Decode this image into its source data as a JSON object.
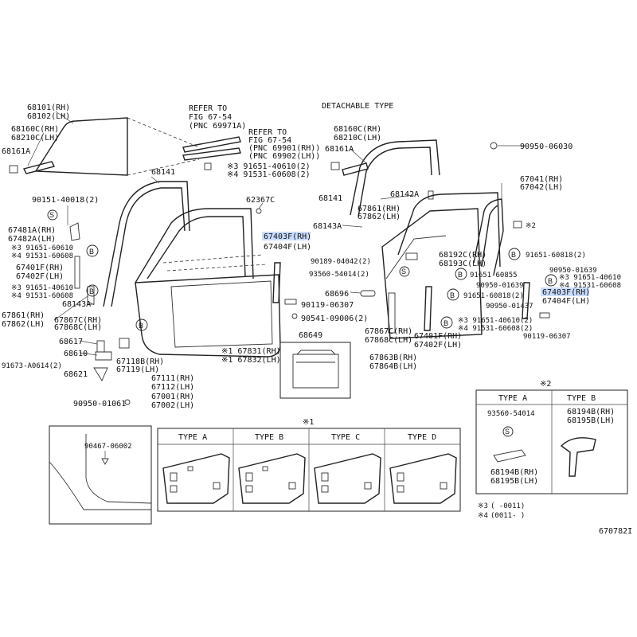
{
  "diagram_id": "670782I",
  "detachable_title": "DETACHABLE TYPE",
  "refer_notes": [
    {
      "lines": [
        "REFER TO",
        "FIG 67-54",
        "(PNC 69971A)"
      ]
    },
    {
      "lines": [
        "REFER TO",
        "FIG 67-54",
        "(PNC 69901(RH))",
        "(PNC 69902(LH))"
      ]
    }
  ],
  "highlight_color": "#c9ddff",
  "left_labels": [
    {
      "id": "p68101",
      "text": "68101(RH)"
    },
    {
      "id": "p68102",
      "text": "68102(LH)"
    },
    {
      "id": "p68160C",
      "text": "68160C(RH)"
    },
    {
      "id": "p68210C",
      "text": "68210C(LH)"
    },
    {
      "id": "p68161A",
      "text": "68161A"
    },
    {
      "id": "p68141",
      "text": "68141"
    },
    {
      "id": "p90151",
      "text": "90151-40018(2)"
    },
    {
      "id": "p67481A",
      "text": "67481A(RH)"
    },
    {
      "id": "p67482A",
      "text": "67482A(LH)"
    },
    {
      "id": "p91651a",
      "text": "※3 91651-60610"
    },
    {
      "id": "p91531a",
      "text": "※4 91531-60608"
    },
    {
      "id": "p67401F",
      "text": "67401F(RH)"
    },
    {
      "id": "p67402F",
      "text": "67402F(LH)"
    },
    {
      "id": "p91651b",
      "text": "※3 91651-40610"
    },
    {
      "id": "p91531b",
      "text": "※4 91531-60608"
    },
    {
      "id": "p68143A",
      "text": "68143A"
    },
    {
      "id": "p67861",
      "text": "67861(RH)"
    },
    {
      "id": "p67862",
      "text": "67862(LH)"
    },
    {
      "id": "p67867C",
      "text": "67867C(RH)"
    },
    {
      "id": "p67868C",
      "text": "67868C(LH)"
    },
    {
      "id": "p68617",
      "text": "68617"
    },
    {
      "id": "p68610",
      "text": "68610"
    },
    {
      "id": "p91673",
      "text": "91673-A0614(2)"
    },
    {
      "id": "p68621",
      "text": "68621"
    },
    {
      "id": "p67118B",
      "text": "67118B(RH)"
    },
    {
      "id": "p67119",
      "text": "67119(LH)"
    },
    {
      "id": "p67111",
      "text": "67111(RH)"
    },
    {
      "id": "p67112",
      "text": "67112(LH)"
    },
    {
      "id": "p67001",
      "text": "67001(RH)"
    },
    {
      "id": "p67002",
      "text": "67002(LH)"
    },
    {
      "id": "p90950a",
      "text": "90950-01061"
    },
    {
      "id": "p62367C",
      "text": "62367C"
    },
    {
      "id": "p67404F",
      "text": "67404F(LH)"
    },
    {
      "id": "p90119a",
      "text": "90119-06307"
    },
    {
      "id": "p90541",
      "text": "90541-09006(2)"
    },
    {
      "id": "p67831",
      "text": "※1 67831(RH)"
    },
    {
      "id": "p67832",
      "text": "※1 67832(LH)"
    },
    {
      "id": "p68649",
      "text": "68649"
    },
    {
      "id": "p91651c",
      "text": "※3 91651-40610(2)"
    },
    {
      "id": "p91531c",
      "text": "※4 91531-60608(2)"
    },
    {
      "id": "p90467",
      "text": "90467-06002"
    }
  ],
  "highlighted_label_left": {
    "line1": "67403F(RH)"
  },
  "right_labels": [
    {
      "id": "r68160C",
      "text": "68160C(RH)"
    },
    {
      "id": "r68210C",
      "text": "68210C(LH)"
    },
    {
      "id": "r68161A",
      "text": "68161A"
    },
    {
      "id": "r90950a",
      "text": "90950-06030"
    },
    {
      "id": "r68141",
      "text": "68141"
    },
    {
      "id": "r68142A",
      "text": "68142A"
    },
    {
      "id": "r67041",
      "text": "67041(RH)"
    },
    {
      "id": "r67042",
      "text": "67042(LH)"
    },
    {
      "id": "r67861",
      "text": "67861(RH)"
    },
    {
      "id": "r67862",
      "text": "67862(LH)"
    },
    {
      "id": "r68143A",
      "text": "68143A"
    },
    {
      "id": "r2a",
      "text": "※2"
    },
    {
      "id": "r91651a",
      "text": "91651-60818(2)"
    },
    {
      "id": "r90189",
      "text": "90189-04042(2)"
    },
    {
      "id": "r68192C",
      "text": "68192C(RH)"
    },
    {
      "id": "r68193C",
      "text": "68193C(LH)"
    },
    {
      "id": "r90950b",
      "text": "90950-01639"
    },
    {
      "id": "r93560",
      "text": "93560-54014(2)"
    },
    {
      "id": "r91651b",
      "text": "91651-60855"
    },
    {
      "id": "r90950c",
      "text": "90950-01639"
    },
    {
      "id": "r91651c",
      "text": "※3 91651-40610"
    },
    {
      "id": "r91531c",
      "text": "※4 91531-60608"
    },
    {
      "id": "r68696",
      "text": "68696"
    },
    {
      "id": "r91651d",
      "text": "91651-60818(2)"
    },
    {
      "id": "r67404F",
      "text": "67404F(LH)"
    },
    {
      "id": "r90950d",
      "text": "90950-01437"
    },
    {
      "id": "r91651e",
      "text": "※3 91651-40610(2)"
    },
    {
      "id": "r91531e",
      "text": "※4 91531-60608(2)"
    },
    {
      "id": "r67867C",
      "text": "67867C(RH)"
    },
    {
      "id": "r67868C",
      "text": "67868C(LH)"
    },
    {
      "id": "r67401F",
      "text": "67401F(RH)"
    },
    {
      "id": "r67402F",
      "text": "67402F(LH)"
    },
    {
      "id": "r90119",
      "text": "90119-06307"
    },
    {
      "id": "r67863B",
      "text": "67863B(RH)"
    },
    {
      "id": "r67864B",
      "text": "67864B(LH)"
    }
  ],
  "highlighted_label_right": {
    "line1": "67403F(RH)"
  },
  "circle_markers": [
    "S",
    "B"
  ],
  "type_table_note": "※1",
  "type_table": [
    "TYPE A",
    "TYPE B",
    "TYPE C",
    "TYPE D"
  ],
  "note2_box": {
    "marker": "※2",
    "col_a": "TYPE A",
    "col_b": "TYPE B",
    "a_part": "93560-54014",
    "a_bottom1": "68194B(RH)",
    "a_bottom2": "68195B(LH)",
    "b_top1": "68194B(RH)",
    "b_top2": "68195B(LH)"
  },
  "footnotes": [
    {
      "marker": "※3",
      "text": "(      -0011)"
    },
    {
      "marker": "※4",
      "text": "(0011-      )"
    }
  ]
}
